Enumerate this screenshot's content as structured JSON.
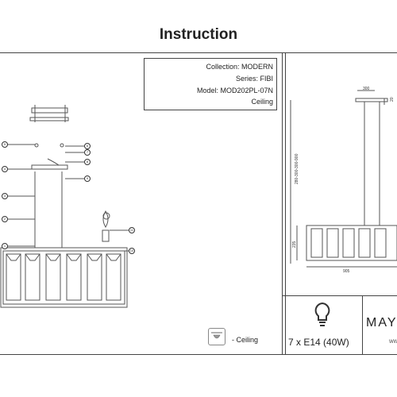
{
  "document": {
    "title": "Instruction"
  },
  "info": {
    "collection": "Collection: MODERN",
    "series": "Series: FIBI",
    "model": "Model: MOD202PL-07N",
    "mount": "Ceiling"
  },
  "dimensions": {
    "canopy": "300",
    "canopy_height": "20",
    "cable": "280-300-300-900",
    "body_height": "235",
    "width": "905"
  },
  "callouts": [
    "5",
    "4",
    "3",
    "2",
    "1",
    "6",
    "7",
    "8",
    "9",
    "11",
    "10"
  ],
  "legend": {
    "ceiling_label": "- Ceiling"
  },
  "spec": {
    "bulbs": "7 x E14 (40W)"
  },
  "brand": {
    "name": "MAY",
    "url": "WW"
  },
  "colors": {
    "line": "#444444",
    "drawing": "#555555"
  }
}
